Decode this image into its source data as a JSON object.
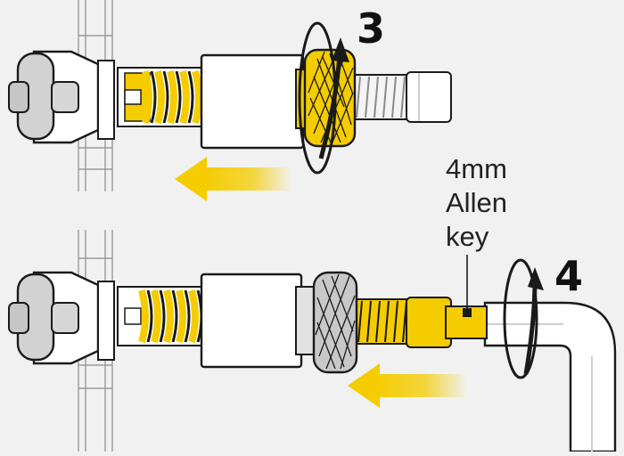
{
  "steps": [
    {
      "number": "3",
      "action": "rotate-thumbwheel",
      "arrow": "pull-left"
    },
    {
      "number": "4",
      "action": "rotate-allen-key",
      "arrow": "pull-left"
    }
  ],
  "callout": {
    "lines": [
      "4mm",
      "Allen",
      "key"
    ]
  },
  "colors": {
    "background": "#f1f1f1",
    "accent_yellow": "#f4cc00",
    "outline": "#1a1a1a",
    "part_white": "#ffffff",
    "part_gray": "#cfcfcf",
    "knurl_gray": "#c8c8c8"
  },
  "icons": [
    "rotation-arrow-icon",
    "direction-arrow-icon"
  ]
}
